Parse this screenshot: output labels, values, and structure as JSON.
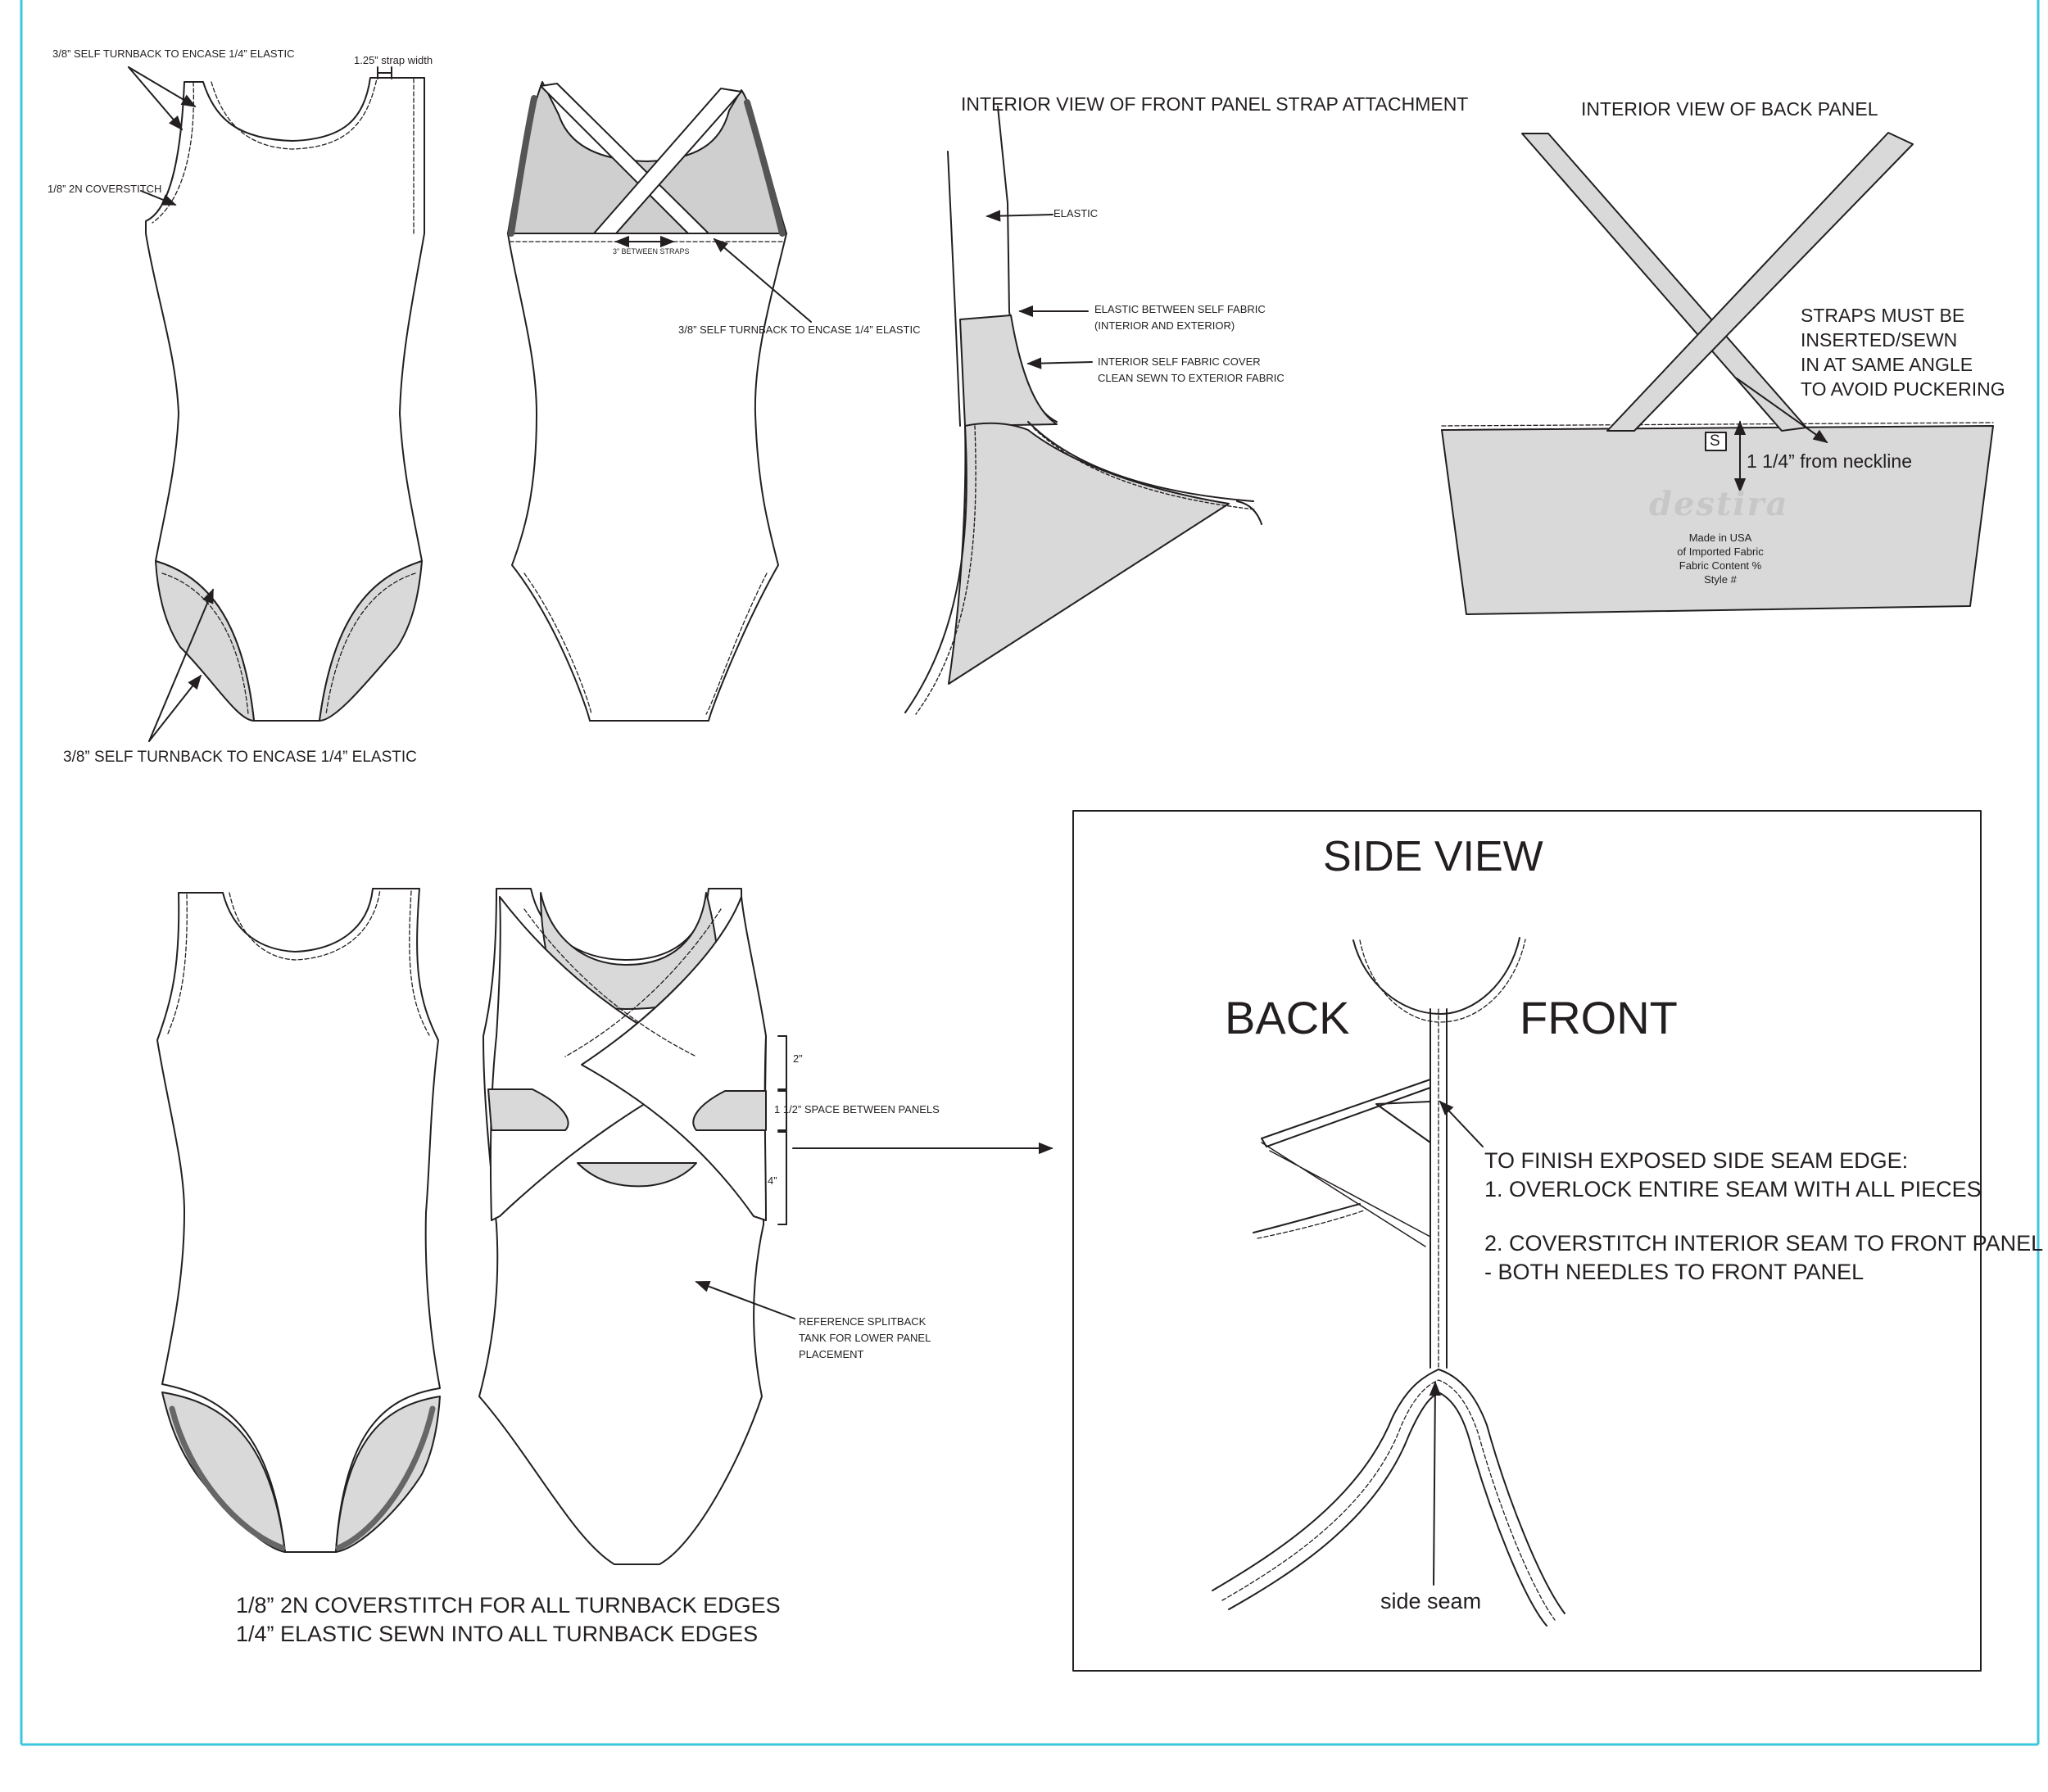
{
  "front_view_1": {
    "turnback_top": "3/8” SELF TURNBACK TO ENCASE  1/4” ELASTIC",
    "strap_width": "1.25” strap width",
    "coverstitch": "1/8” 2N COVERSTITCH",
    "turnback_leg": "3/8” SELF TURNBACK TO ENCASE  1/4” ELASTIC"
  },
  "back_view_1": {
    "between_straps": "3” BETWEEN STRAPS",
    "turnback": "3/8” SELF TURNBACK TO ENCASE  1/4” ELASTIC"
  },
  "front_strap_detail": {
    "title": "INTERIOR VIEW OF FRONT PANEL STRAP ATTACHMENT",
    "elastic": "ELASTIC",
    "elastic_between_1": "ELASTIC BETWEEN SELF FABRIC",
    "elastic_between_2": "(INTERIOR AND EXTERIOR)",
    "cover_1": "INTERIOR SELF FABRIC COVER",
    "cover_2": "CLEAN SEWN TO EXTERIOR FABRIC"
  },
  "back_panel_detail": {
    "title": "INTERIOR VIEW OF BACK PANEL",
    "note": [
      "STRAPS MUST BE",
      "INSERTED/SEWN",
      "IN AT SAME ANGLE",
      "TO AVOID PUCKERING"
    ],
    "size_tag": "S",
    "measure": "1 1/4” from neckline",
    "brand": "destira",
    "label_lines": [
      "Made in USA",
      "of Imported Fabric",
      "Fabric Content %",
      "Style #"
    ]
  },
  "back_view_2": {
    "dim_top": "2”",
    "dim_space": "1 1/2” SPACE BETWEEN PANELS",
    "dim_bottom": "4”",
    "reference": [
      "REFERENCE SPLITBACK",
      "TANK FOR LOWER PANEL",
      "PLACEMENT"
    ]
  },
  "footer_notes": [
    "1/8” 2N COVERSTITCH FOR ALL TURNBACK EDGES",
    "1/4” ELASTIC SEWN INTO ALL TURNBACK EDGES"
  ],
  "side_view": {
    "title": "SIDE VIEW",
    "back": "BACK",
    "front": "FRONT",
    "instructions": [
      "TO FINISH EXPOSED SIDE SEAM EDGE:",
      "1. OVERLOCK ENTIRE SEAM WITH ALL PIECES",
      "2. COVERSTITCH INTERIOR SEAM TO FRONT PANEL",
      " - BOTH NEEDLES TO FRONT PANEL"
    ],
    "seam_label": "side seam"
  },
  "colors": {
    "ink": "#231f20",
    "fill_gray": "#d9d9d9",
    "frame": "#3cc7de"
  }
}
